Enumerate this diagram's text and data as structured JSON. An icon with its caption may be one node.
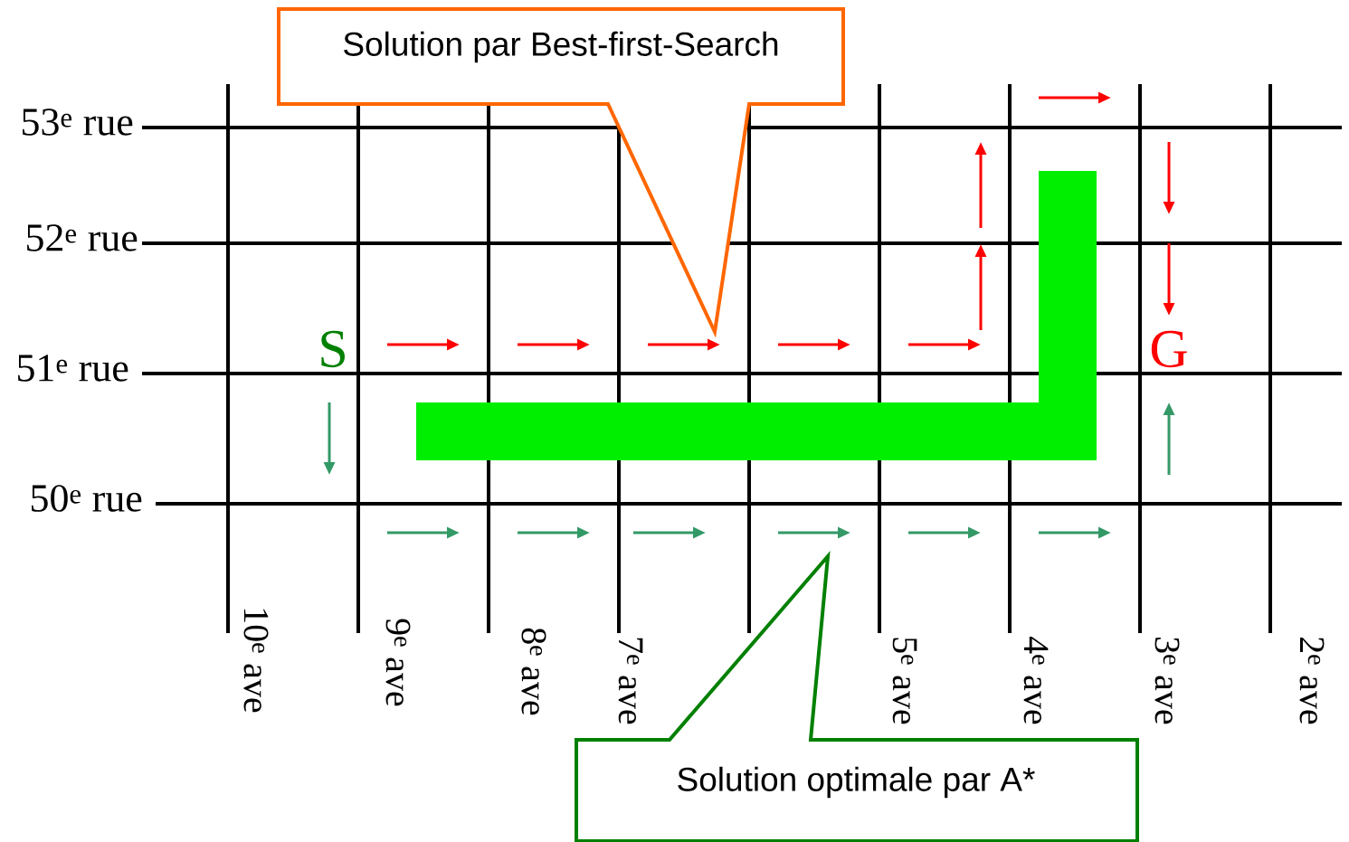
{
  "diagram": {
    "nodes": [
      {
        "text": [
          "Solution par Best-first-Search"
        ]
      },
      {
        "text": [
          "Solution optimale par A*"
        ]
      }
    ],
    "labels": [
      "53$^{e}$ rue",
      "52$^{e}$ rue",
      "51$^{e}$ rue",
      "50$^{e}$ rue",
      "S",
      "G",
      "10$^{e}$ ave",
      "9$^{e}$ ave",
      "8$^{e}$ ave",
      "7$^{e}$ ave",
      "5$^{e}$ ave",
      "4$^{e}$ ave",
      "3$^{e}$ ave",
      "2$^{e}$ ave"
    ]
  }
}
